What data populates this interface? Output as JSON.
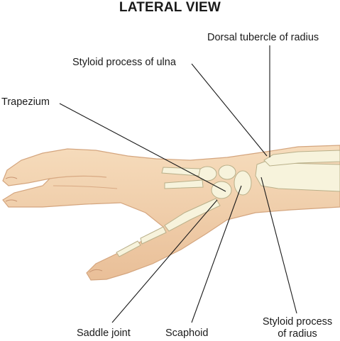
{
  "title": "LATERAL VIEW",
  "labels": {
    "dorsal_tubercle": "Dorsal tubercle of radius",
    "styloid_ulna": "Styloid process of ulna",
    "trapezium": "Trapezium",
    "saddle_joint": "Saddle joint",
    "scaphoid": "Scaphoid",
    "styloid_radius_line1": "Styloid process",
    "styloid_radius_line2": "of radius"
  },
  "colors": {
    "skin": "#f3d3b0",
    "skin_shadow": "#e0b38d",
    "bone": "#f7f3dc",
    "bone_outline": "#b9b08a",
    "leader_line": "#1a1a1a"
  }
}
